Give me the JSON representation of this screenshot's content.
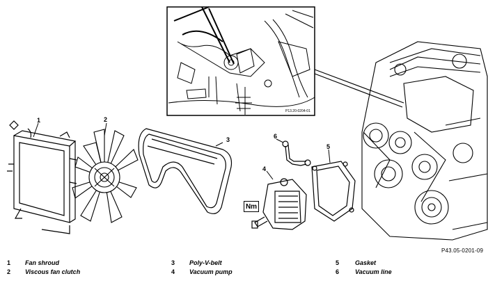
{
  "figure_ref": "P43.05-0201-09",
  "inset_ref": "P13.20-0204-01",
  "torque_symbol": "Nm",
  "callouts": [
    "1",
    "2",
    "3",
    "4",
    "5",
    "6"
  ],
  "legend": [
    {
      "num": "1",
      "label": "Fan shroud"
    },
    {
      "num": "2",
      "label": "Viscous fan clutch"
    },
    {
      "num": "3",
      "label": "Poly-V-belt"
    },
    {
      "num": "4",
      "label": "Vacuum pump"
    },
    {
      "num": "5",
      "label": "Gasket"
    },
    {
      "num": "6",
      "label": "Vacuum line"
    }
  ]
}
